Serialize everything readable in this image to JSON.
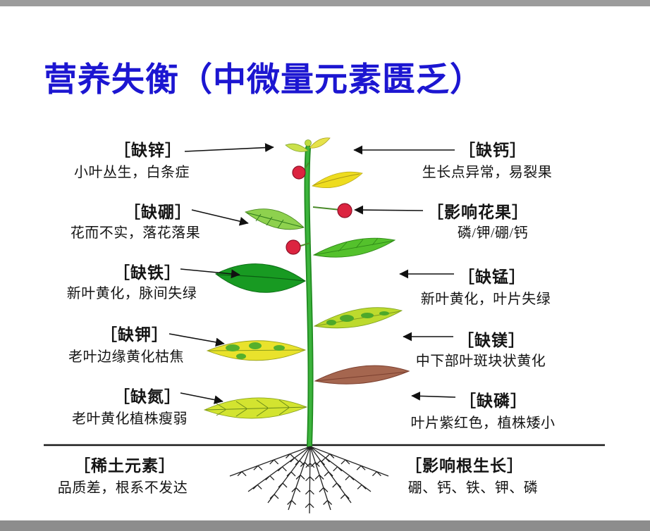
{
  "title": "营养失衡（中微量元素匮乏）",
  "colors": {
    "title_blue": "#1c16d1",
    "arrow_black": "#111111",
    "stem_green": "#2ba12b",
    "fruit_red": "#dc2440"
  },
  "left_labels": [
    {
      "label": "［缺锌］",
      "desc": "小叶丛生，白条症"
    },
    {
      "label": "［缺硼］",
      "desc": "花而不实，落花落果"
    },
    {
      "label": "［缺铁］",
      "desc": "新叶黄化，脉间失绿"
    },
    {
      "label": "［缺钾］",
      "desc": "老叶边缘黄化枯焦"
    },
    {
      "label": "［缺氮］",
      "desc": "老叶黄化植株瘦弱"
    },
    {
      "label": "［稀土元素］",
      "desc": "品质差，根系不发达"
    }
  ],
  "right_labels": [
    {
      "label": "［缺钙］",
      "desc": "生长点异常，易裂果"
    },
    {
      "label": "［影响花果］",
      "desc": "磷/钾/硼/钙"
    },
    {
      "label": "［缺锰］",
      "desc": "新叶黄化，叶片失绿"
    },
    {
      "label": "［缺镁］",
      "desc": "中下部叶斑块状黄化"
    },
    {
      "label": "［缺磷］",
      "desc": "叶片紫红色，植株矮小"
    },
    {
      "label": "［影响根生长］",
      "desc": "硼、钙、铁、钾、磷"
    }
  ]
}
